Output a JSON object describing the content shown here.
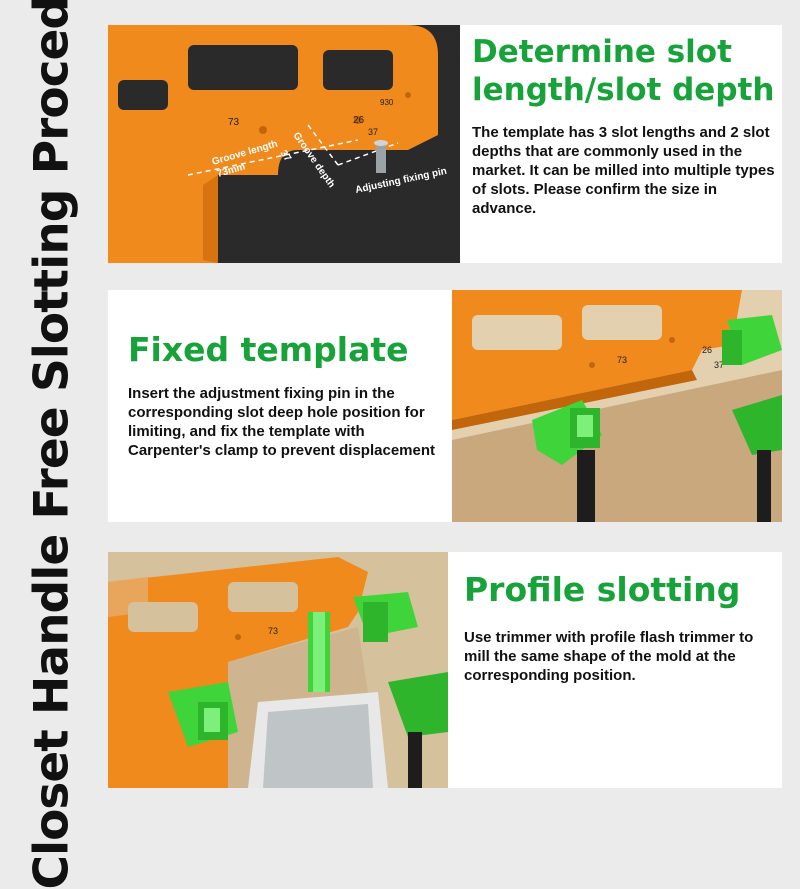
{
  "side_title": "Closet Handle Free Slotting Procedure",
  "colors": {
    "accent_green": "#17a33a",
    "template_orange": "#f08a1c",
    "clamp_green": "#3fd43a",
    "background": "#ebebeb"
  },
  "sections": [
    {
      "heading": "Determine slot length/slot depth",
      "description": "The template has 3 slot lengths and 2 slot depths that are commonly used in the market. It can be milled into multiple types of slots. Please confirm the size in advance.",
      "photo_labels": {
        "groove_length": "Groove length",
        "groove_length_value": "73mm",
        "groove_depth": "Groove depth",
        "groove_depth_value": "37",
        "pin": "Adjusting fixing pin",
        "mark_73": "73",
        "mark_26": "26",
        "mark_37": "37",
        "mark_930": "930"
      }
    },
    {
      "heading": "Fixed template",
      "description": "Insert the adjustment fixing pin in the corresponding slot deep hole position for limiting, and fix the template with Carpenter's clamp to prevent displacement",
      "photo_labels": {
        "mark_73": "73",
        "mark_26": "26",
        "mark_37": "37"
      }
    },
    {
      "heading": "Profile slotting",
      "description": "Use trimmer with profile flash trimmer to mill the same shape of the mold at the corresponding position.",
      "photo_labels": {
        "mark_73": "73"
      }
    }
  ]
}
